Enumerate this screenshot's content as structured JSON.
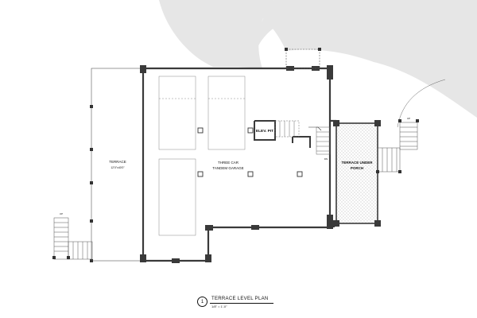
{
  "rooms": {
    "terrace": "TERRACE",
    "terrace_size": "12'0\"x40'0\"",
    "garage_line1": "THREE CAR",
    "garage_line2": "TANDEM GARAGE",
    "elevator_pit": "ELEV. PIT",
    "porch_line1": "TERRACE UNDER",
    "porch_line2": "PORCH"
  },
  "stair_marks": {
    "dn_center": "DN",
    "up_right": "UP",
    "up_left": "UP"
  },
  "title_block": {
    "number": "1",
    "title": "TERRACE LEVEL PLAN",
    "scale": "1/8\" = 1'-0\""
  },
  "colors": {
    "wall": "#3a3a3a",
    "line": "#555555",
    "site_area": "#e6e6e6",
    "hatch": "#cfcfcf"
  }
}
